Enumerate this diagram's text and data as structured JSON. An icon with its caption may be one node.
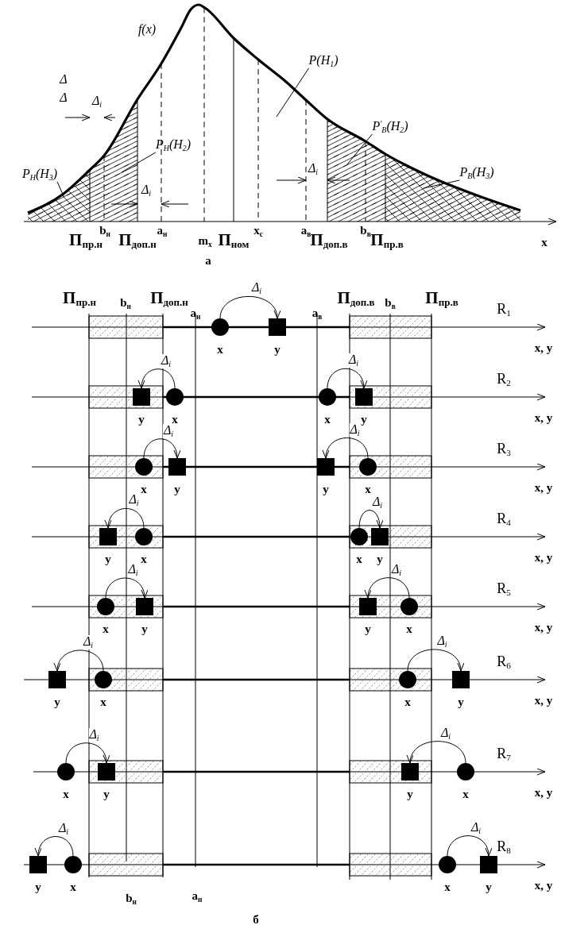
{
  "diagram": {
    "nodes": [
      {
        "text": [
          "P(H$_{1}$)"
        ]
      },
      {
        "text": [
          "P$^{'}$$_{В}$(H$_{2}$)"
        ]
      },
      {
        "text": [
          "P$_{В}$(H$_{3}$)"
        ]
      },
      {
        "text": [
          "P$_{Н}$(H$_{2}$)"
        ]
      },
      {
        "text": [
          "P$_{Н}$(H$_{3}$)"
        ]
      },
      {
        "text": [],
        "shape": "circle",
        "beside": [
          "x"
        ]
      },
      {
        "text": [],
        "shape": "square",
        "beside": [
          "y"
        ]
      },
      {
        "text": [],
        "shape": "square",
        "beside": [
          "y"
        ]
      },
      {
        "text": [],
        "shape": "circle",
        "beside": [
          "x"
        ]
      },
      {
        "text": [],
        "shape": "circle",
        "beside": [
          "x"
        ]
      },
      {
        "text": [],
        "shape": "square",
        "beside": [
          "y"
        ]
      },
      {
        "text": [],
        "shape": "circle",
        "beside": [
          "x"
        ]
      },
      {
        "text": [],
        "shape": "square",
        "beside": [
          "y"
        ]
      },
      {
        "text": [],
        "shape": "square",
        "beside": [
          "y"
        ]
      },
      {
        "text": [],
        "shape": "circle",
        "beside": [
          "x"
        ]
      },
      {
        "text": [],
        "shape": "square",
        "beside": [
          "y"
        ]
      },
      {
        "text": [],
        "shape": "circle",
        "beside": [
          "x"
        ]
      },
      {
        "text": [],
        "shape": "circle",
        "beside": [
          "x"
        ]
      },
      {
        "text": [],
        "shape": "square",
        "beside": [
          "y"
        ]
      },
      {
        "text": [],
        "shape": "circle",
        "beside": [
          "x"
        ]
      },
      {
        "text": [],
        "shape": "square",
        "beside": [
          "y"
        ]
      },
      {
        "text": [],
        "shape": "square",
        "beside": [
          "y"
        ]
      },
      {
        "text": [],
        "shape": "circle",
        "beside": [
          "x"
        ]
      },
      {
        "text": [],
        "shape": "square",
        "beside": [
          "y"
        ]
      },
      {
        "text": [],
        "shape": "circle",
        "beside": [
          "x"
        ]
      },
      {
        "text": [],
        "shape": "circle",
        "beside": [
          "x"
        ]
      },
      {
        "text": [],
        "shape": "square",
        "beside": [
          "y"
        ]
      },
      {
        "text": [],
        "shape": "circle",
        "beside": [
          "x"
        ]
      },
      {
        "text": [],
        "shape": "square",
        "beside": [
          "y"
        ]
      },
      {
        "text": [],
        "shape": "square",
        "beside": [
          "y"
        ]
      },
      {
        "text": [],
        "shape": "circle",
        "beside": [
          "x"
        ]
      },
      {
        "text": [],
        "shape": "square",
        "beside": [
          "y"
        ]
      },
      {
        "text": [],
        "shape": "circle",
        "beside": [
          "x"
        ]
      },
      {
        "text": [],
        "shape": "circle",
        "beside": [
          "x"
        ]
      },
      {
        "text": [],
        "shape": "square",
        "beside": [
          "y"
        ]
      }
    ],
    "edges": [
      {
        "from": 0,
        "to": null,
        "arrow": "none"
      },
      {
        "from": 1,
        "to": null,
        "arrow": "none"
      },
      {
        "from": 2,
        "to": null,
        "arrow": "none"
      },
      {
        "from": 3,
        "to": null,
        "arrow": "none"
      },
      {
        "from": 4,
        "to": null,
        "arrow": "none"
      },
      {
        "from": 5,
        "to": 6,
        "arrow": "to",
        "label": "Δ$_{i}$"
      },
      {
        "from": 8,
        "to": 7,
        "arrow": "to",
        "label": "Δ$_{i}$"
      },
      {
        "from": 9,
        "to": 10,
        "arrow": "to",
        "label": "Δ$_{i}$"
      },
      {
        "from": 11,
        "to": 12,
        "arrow": "to",
        "label": "Δ$_{i}$"
      },
      {
        "from": 14,
        "to": 13,
        "arrow": "to",
        "label": "Δ$_{i}$"
      },
      {
        "from": 16,
        "to": 15,
        "arrow": "to",
        "label": "Δ$_{i}$"
      },
      {
        "from": 17,
        "to": 18,
        "arrow": "to",
        "label": "Δ$_{i}$"
      },
      {
        "from": 19,
        "to": 20,
        "arrow": "to",
        "label": "Δ$_{i}$"
      },
      {
        "from": 22,
        "to": 21,
        "arrow": "to",
        "label": "Δ$_{i}$"
      },
      {
        "from": 24,
        "to": 23,
        "arrow": "to",
        "label": "Δ$_{i}$"
      },
      {
        "from": 25,
        "to": 26,
        "arrow": "to",
        "label": "Δ$_{i}$"
      },
      {
        "from": 27,
        "to": 28,
        "arrow": "to",
        "label": "Δ$_{i}$"
      },
      {
        "from": 30,
        "to": 29,
        "arrow": "to",
        "label": "Δ$_{i}$"
      },
      {
        "from": 32,
        "to": 31,
        "arrow": "to",
        "label": "Δ$_{i}$"
      },
      {
        "from": 33,
        "to": 34,
        "arrow": "to",
        "label": "Δ$_{i}$"
      }
    ],
    "labels": [
      "f(x)",
      "Δ",
      "Δ",
      "Δ$_{i}$",
      "Δ$_{i}$",
      "Δ$_{i}$",
      "П$_{пр.н}$",
      "b$_{н}$",
      "П$_{доп.н}$",
      "a$_{н}$",
      "m$_{x}$",
      "П$_{ном}$",
      "x$_{c}$",
      "a$_{в}$",
      "П$_{доп.в}$",
      "b$_{в}$",
      "П$_{пр.в}$",
      "x",
      "а",
      "П$_{пр.н}$",
      "b$_{н}$",
      "П$_{доп.н}$",
      "a$_{н}$",
      "a$_{в}$",
      "П$_{доп.в}$",
      "b$_{в}$",
      "П$_{пр.в}$",
      "R$_{1}$",
      "x, y",
      "R$_{2}$",
      "x, y",
      "R$_{3}$",
      "x, y",
      "R$_{4}$",
      "x, y",
      "R$_{5}$",
      "x, y",
      "R$_{6}$",
      "x, y",
      "R$_{7}$",
      "x, y",
      "R$_{8}$",
      "x, y",
      "b$_{н}$",
      "a$_{н}$",
      "б"
    ]
  }
}
